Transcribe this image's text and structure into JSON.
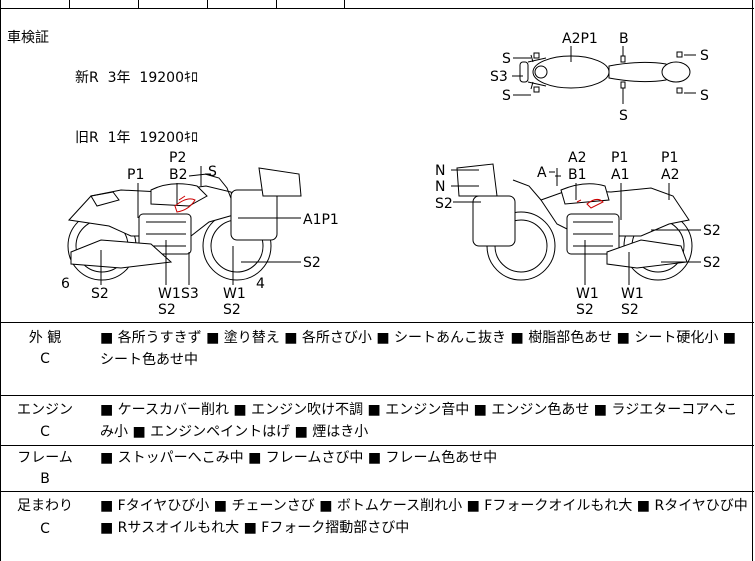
{
  "shaken": {
    "label": "車検証",
    "new_line": "新R  3年  19200ｷﾛ",
    "old_line": "旧R  1年  19200ｷﾛ"
  },
  "top_strip": {
    "text": ""
  },
  "diagram": {
    "top_view": {
      "labels": [
        "A2P1",
        "B",
        "S",
        "S3",
        "S",
        "S",
        "S",
        "S"
      ]
    },
    "left_side": {
      "labels": [
        "P2",
        "B2",
        "S",
        "P1",
        "A1P1",
        "S2",
        "6",
        "S2",
        "W1",
        "S2",
        "S3",
        "W1",
        "S2",
        "4"
      ]
    },
    "right_side": {
      "labels": [
        "N",
        "N",
        "S2",
        "A",
        "A2",
        "B1",
        "P1",
        "A1",
        "P1",
        "A2",
        "S2",
        "S2",
        "W1",
        "S2",
        "W1",
        "S2"
      ]
    }
  },
  "rows": [
    {
      "label": "外    観",
      "grade": "C",
      "text": "■ 各所うすきず ■ 塗り替え ■ 各所さび小 ■ シートあんこ抜き ■ 樹脂部色あせ ■ シート硬化小 ■ シート色あせ中"
    },
    {
      "label": "エンジン",
      "grade": "C",
      "text": "■ ケースカバー削れ ■ エンジン吹け不調 ■ エンジン音中 ■ エンジン色あせ ■ ラジエターコアへこみ小 ■ エンジンペイントはげ ■ 煙はき小"
    },
    {
      "label": "フレーム",
      "grade": "B",
      "text": "■ ストッパーへこみ中 ■ フレームさび中 ■ フレーム色あせ中"
    },
    {
      "label": "足まわり",
      "grade": "C",
      "text": "■ Fタイヤひび小 ■ チェーンさび ■ ボトムケース削れ小 ■ Fフォークオイルもれ大 ■ Rタイヤひび中 ■ Rサスオイルもれ大 ■ Fフォーク摺動部さび中"
    }
  ]
}
